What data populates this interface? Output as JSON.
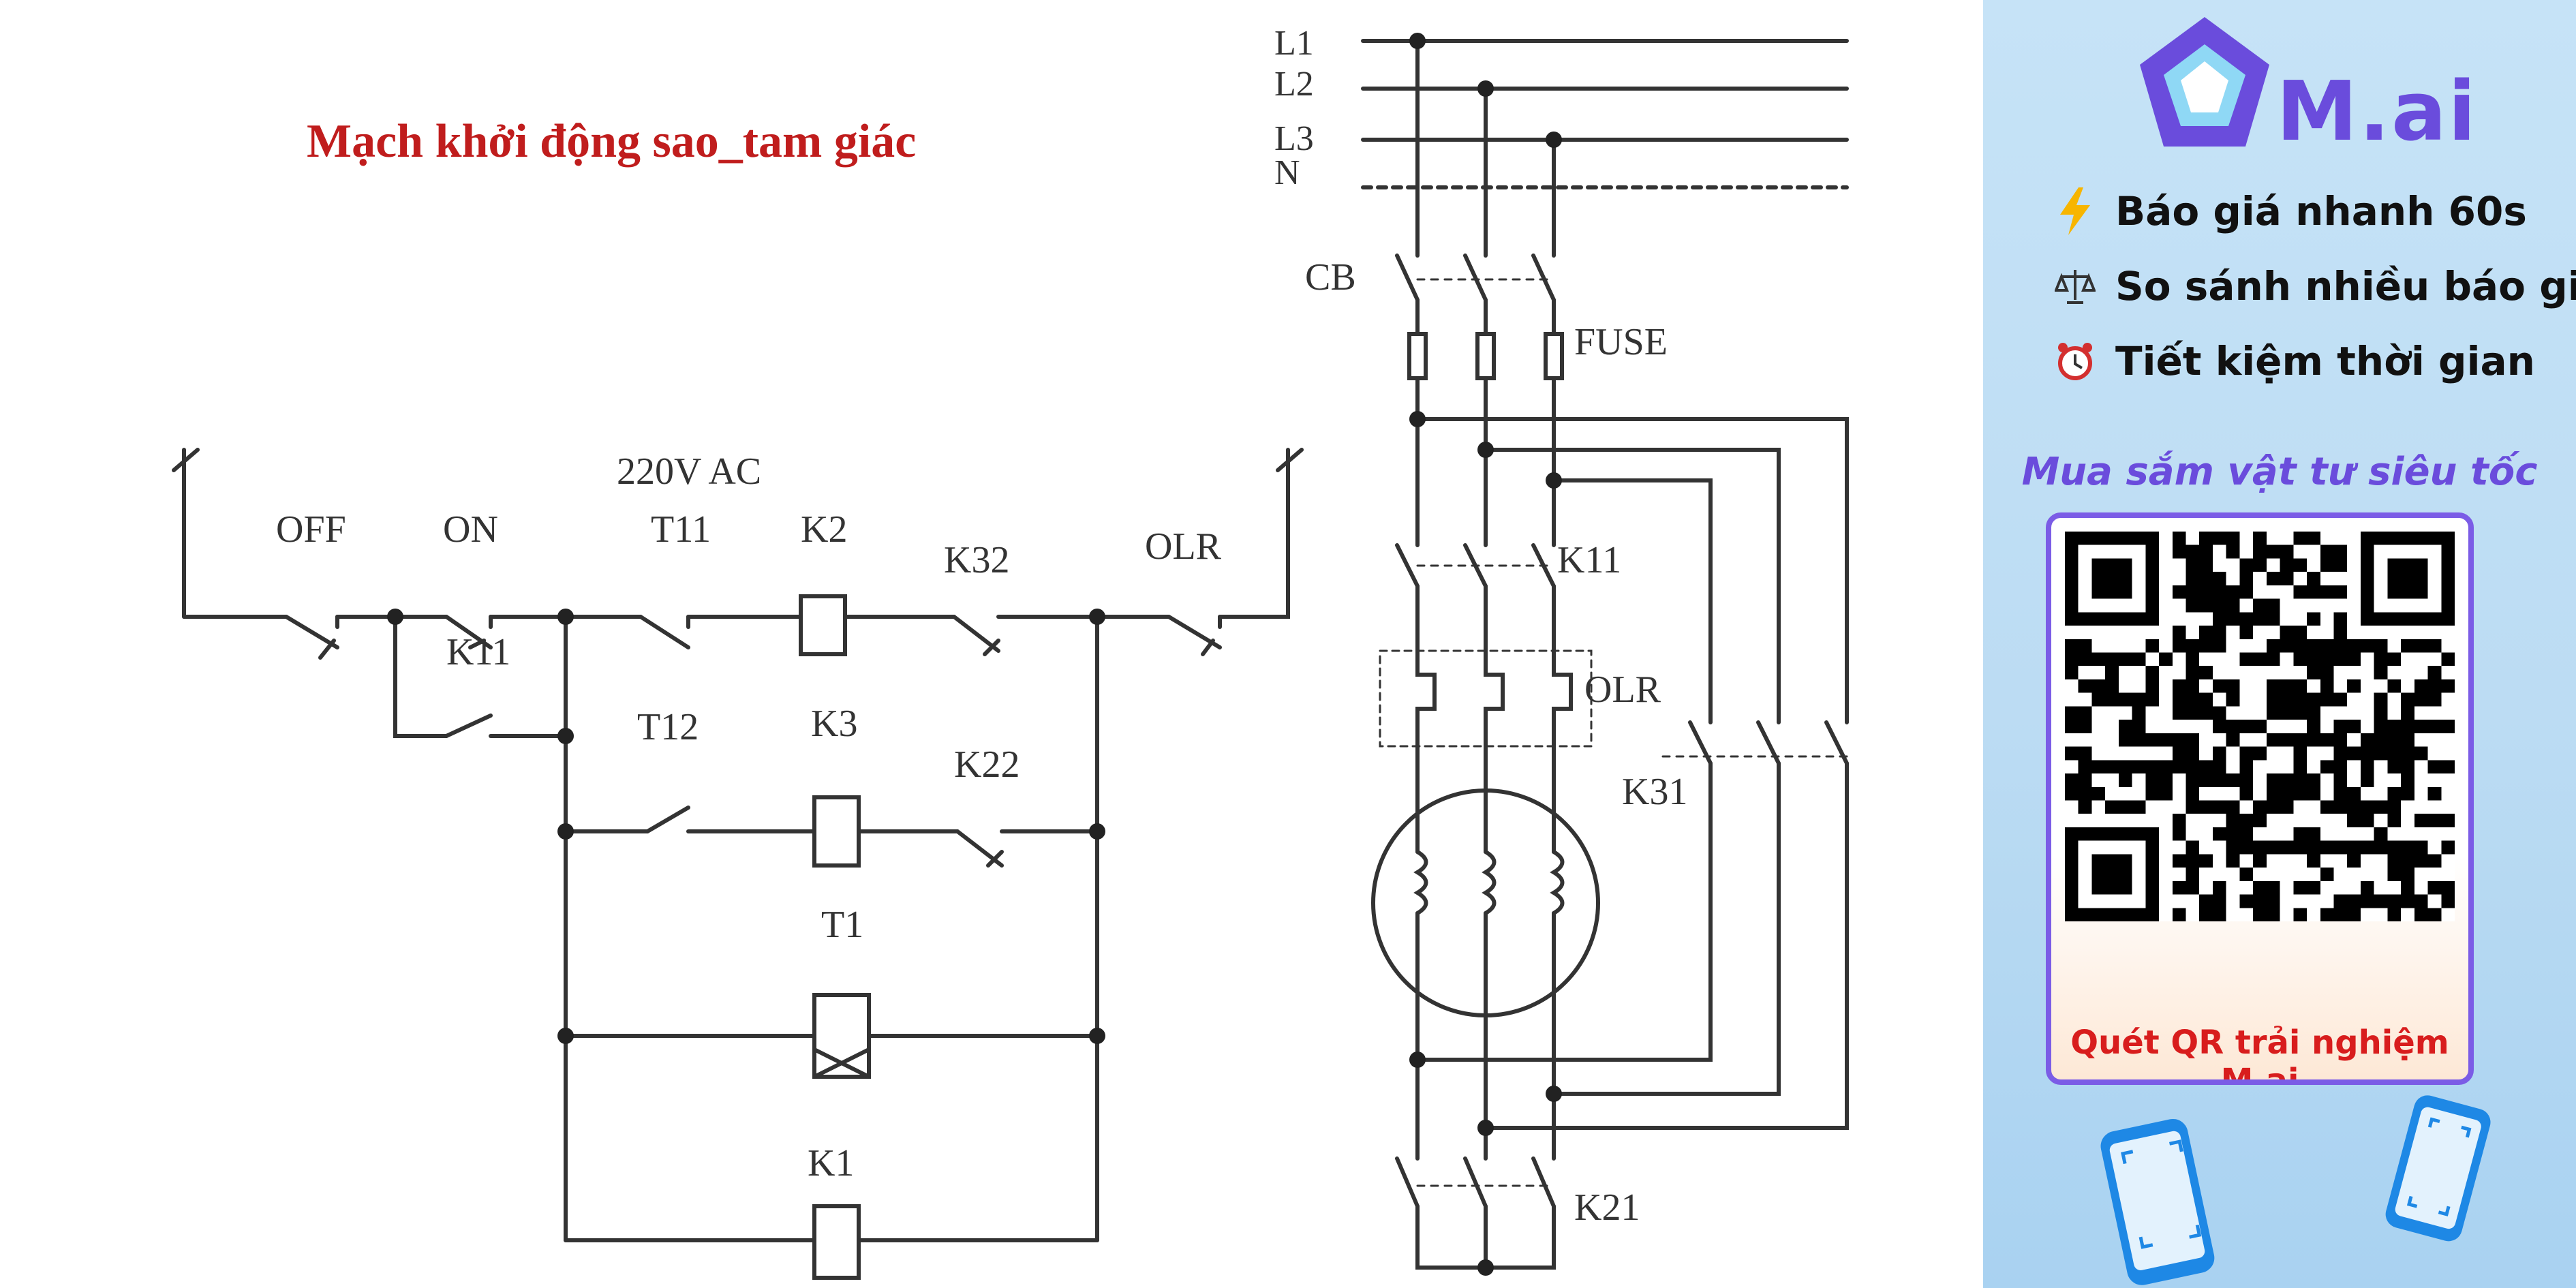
{
  "diagram": {
    "title": "Mạch khởi động sao_tam giác",
    "supply": "220V AC",
    "control_labels": {
      "off": "OFF",
      "on": "ON",
      "k11_hold": "K11",
      "t11": "T11",
      "t12": "T12",
      "k2": "K2",
      "k3": "K3",
      "k32": "K32",
      "k22": "K22",
      "t1": "T1",
      "k1": "K1",
      "olr": "OLR"
    },
    "power_labels": {
      "l1": "L1",
      "l2": "L2",
      "l3": "L3",
      "n": "N",
      "cb": "CB",
      "fuse": "FUSE",
      "k11": "K11",
      "olr": "OLR",
      "k31": "K31",
      "k21": "K21"
    }
  },
  "sidebar": {
    "brand": "M.ai",
    "features": [
      {
        "icon": "lightning-icon",
        "label": "Báo giá nhanh 60s"
      },
      {
        "icon": "scale-icon",
        "label": "So sánh nhiều báo giá"
      },
      {
        "icon": "alarm-clock-icon",
        "label": "Tiết kiệm thời gian"
      }
    ],
    "tagline": "Mua sắm vật tư siêu tốc",
    "qr_cta": "Quét QR trải nghiệm M.ai",
    "colors": {
      "accent": "#6a4cdc",
      "cta": "#d81d1d",
      "phone": "#1e88e5"
    }
  }
}
